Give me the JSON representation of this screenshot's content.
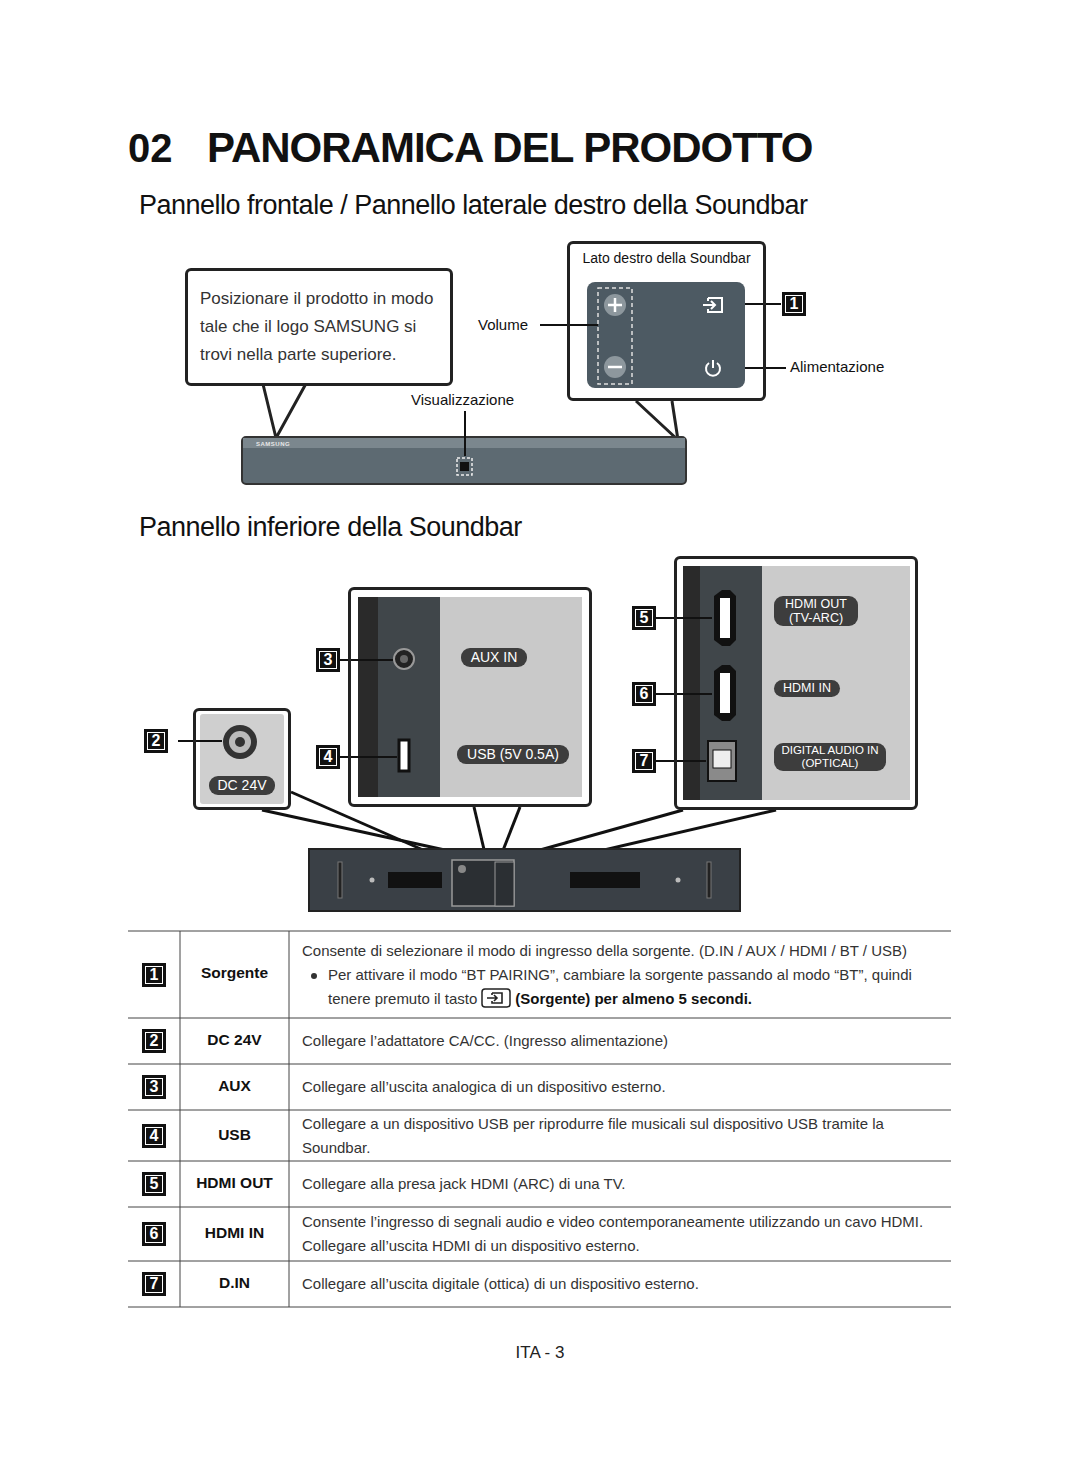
{
  "diagram": {
    "title": "PANORAMICA DEL PRODOTTO",
    "nodes": [
      {
        "text": [
          "Posizionare il prodotto in modo tale che il logo SAMSUNG si trovi nella parte superiore."
        ]
      },
      {
        "text": [
          "Lato destro della Soundbar"
        ]
      },
      {
        "text": [
          "DC 24V"
        ]
      },
      {
        "text": [
          "AUX IN",
          "USB (5V 0.5A)"
        ]
      },
      {
        "text": [
          "HDMI OUT (TV-ARC)",
          "HDMI IN",
          "DIGITAL AUDIO IN (OPTICAL)"
        ]
      }
    ],
    "labels": [
      "02",
      "Pannello frontale / Pannello laterale destro della Soundbar",
      "Volume",
      "Visualizzazione",
      "1",
      "Alimentazione",
      "SAMSUNG",
      "Pannello inferiore della Soundbar",
      "3",
      "2",
      "4",
      "5",
      "6",
      "7",
      "1",
      "Sorgente",
      "Consente di selezionare il modo di ingresso della sorgente. (D.IN / AUX / HDMI / BT / USB)",
      "Per attivare il modo “BT PAIRING”, cambiare la sorgente passando al modo “BT”, quindi tenere premuto il tasto",
      "(Sorgente) per almeno 5 secondi.",
      "2",
      "DC 24V",
      "Collegare l’adattatore CA/CC. (Ingresso alimentazione)",
      "3",
      "AUX",
      "Collegare all’uscita analogica di un dispositivo esterno.",
      "4",
      "USB",
      "Collegare a un dispositivo USB per riprodurre file musicali sul dispositivo USB tramite la Soundbar.",
      "5",
      "HDMI OUT",
      "Collegare alla presa jack HDMI (ARC) di una TV.",
      "6",
      "HDMI IN",
      "Consente l’ingresso di segnali audio e video contemporaneamente utilizzando un cavo HDMI. Collegare all’uscita HDMI di un dispositivo esterno.",
      "7",
      "D.IN",
      "Collegare all’uscita digitale (ottica) di un dispositivo esterno.",
      "ITA - 3"
    ]
  }
}
